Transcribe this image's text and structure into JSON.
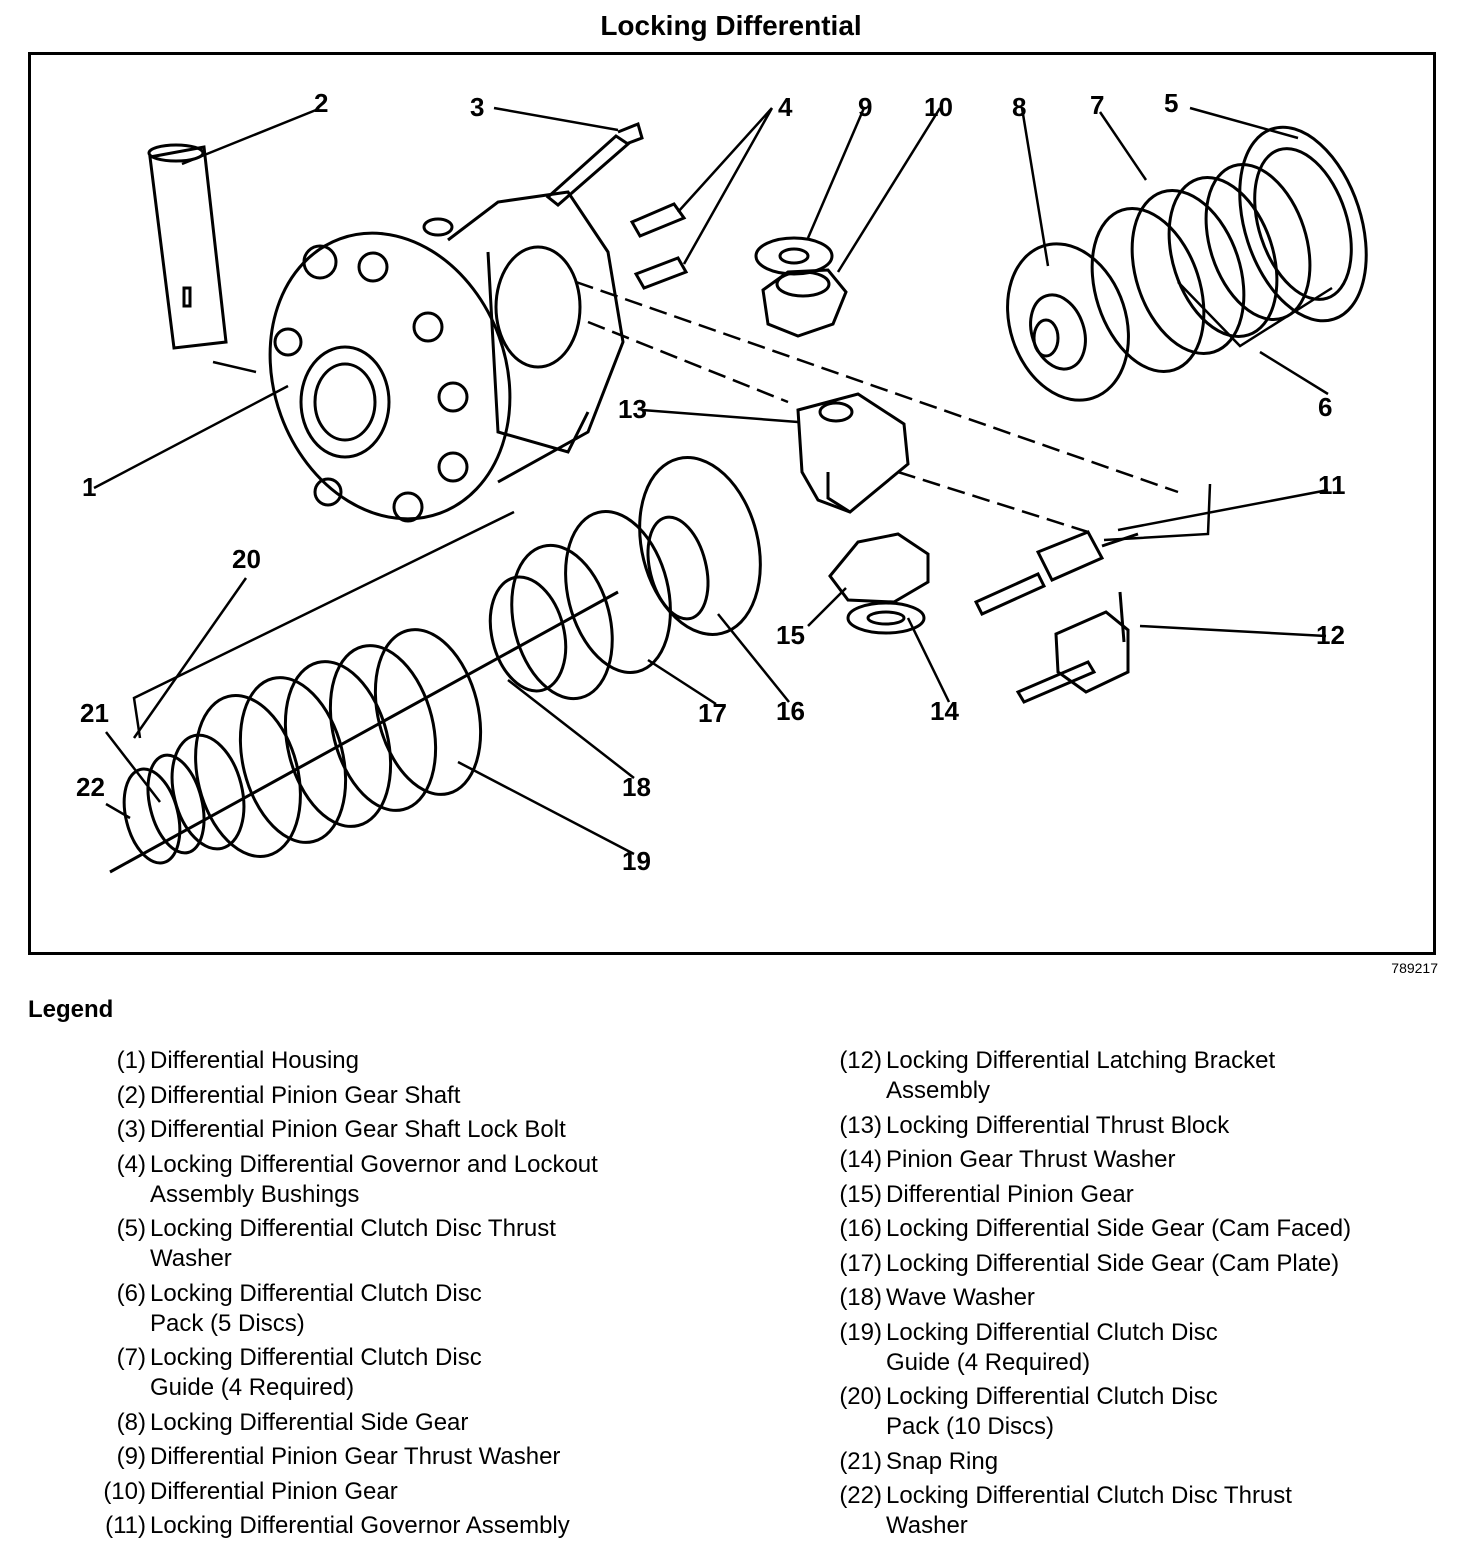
{
  "title": "Locking Differential",
  "figure_code": "789217",
  "callouts": [
    "1",
    "2",
    "3",
    "4",
    "5",
    "6",
    "7",
    "8",
    "9",
    "10",
    "11",
    "12",
    "13",
    "14",
    "15",
    "16",
    "17",
    "18",
    "19",
    "20",
    "21",
    "22"
  ],
  "legend": {
    "title": "Legend",
    "left": [
      {
        "num": "(1)",
        "text": "Differential Housing"
      },
      {
        "num": "(2)",
        "text": "Differential Pinion Gear Shaft"
      },
      {
        "num": "(3)",
        "text": "Differential Pinion Gear Shaft Lock Bolt"
      },
      {
        "num": "(4)",
        "text": "Locking Differential Governor and Lockout\nAssembly Bushings"
      },
      {
        "num": "(5)",
        "text": "Locking Differential Clutch Disc Thrust\nWasher"
      },
      {
        "num": "(6)",
        "text": "Locking Differential Clutch Disc\nPack (5 Discs)"
      },
      {
        "num": "(7)",
        "text": "Locking Differential Clutch Disc\nGuide (4 Required)"
      },
      {
        "num": "(8)",
        "text": "Locking Differential Side Gear"
      },
      {
        "num": "(9)",
        "text": "Differential Pinion Gear Thrust Washer"
      },
      {
        "num": "(10)",
        "text": "Differential Pinion Gear"
      },
      {
        "num": "(11)",
        "text": "Locking Differential Governor Assembly"
      }
    ],
    "right": [
      {
        "num": "(12)",
        "text": "Locking Differential Latching Bracket\nAssembly"
      },
      {
        "num": "(13)",
        "text": "Locking Differential Thrust Block"
      },
      {
        "num": "(14)",
        "text": "Pinion Gear Thrust Washer"
      },
      {
        "num": "(15)",
        "text": "Differential Pinion Gear"
      },
      {
        "num": "(16)",
        "text": "Locking Differential Side Gear (Cam Faced)"
      },
      {
        "num": "(17)",
        "text": "Locking Differential Side Gear (Cam Plate)"
      },
      {
        "num": "(18)",
        "text": "Wave Washer"
      },
      {
        "num": "(19)",
        "text": "Locking Differential Clutch Disc\nGuide (4 Required)"
      },
      {
        "num": "(20)",
        "text": "Locking Differential Clutch Disc\nPack (10 Discs)"
      },
      {
        "num": "(21)",
        "text": "Snap Ring"
      },
      {
        "num": "(22)",
        "text": "Locking Differential Clutch Disc Thrust\nWasher"
      }
    ]
  }
}
